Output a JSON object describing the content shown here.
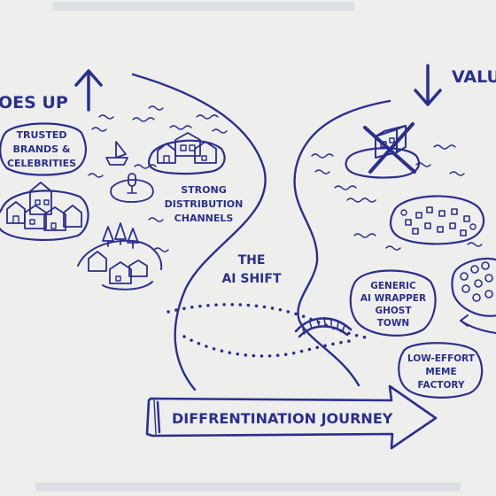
{
  "header": {
    "left_title": "OES UP",
    "right_title": "VALU"
  },
  "labels": {
    "trusted": [
      "TRUSTED",
      "BRANDS &",
      "CELEBRITIES"
    ],
    "strong": [
      "STRONG",
      "DISTRIBUTION",
      "CHANNELS"
    ],
    "shift": [
      "THE",
      "AI SHIFT"
    ],
    "generic": [
      "GENERIC",
      "AI WRAPPER",
      "GHOST",
      "TOWN"
    ],
    "meme": [
      "LOW-EFFORT",
      "MEME",
      "FACTORY"
    ]
  },
  "banner": {
    "label": "DIFFRENTINATION JOURNEY"
  },
  "colors": {
    "ink": "#2a2f8f",
    "paper": "#eeeeec"
  },
  "icons": [
    "arrow-up-icon",
    "arrow-down-icon",
    "bridge-icon",
    "island-icon",
    "house-icon",
    "tree-icon",
    "boat-icon",
    "microphone-icon"
  ]
}
